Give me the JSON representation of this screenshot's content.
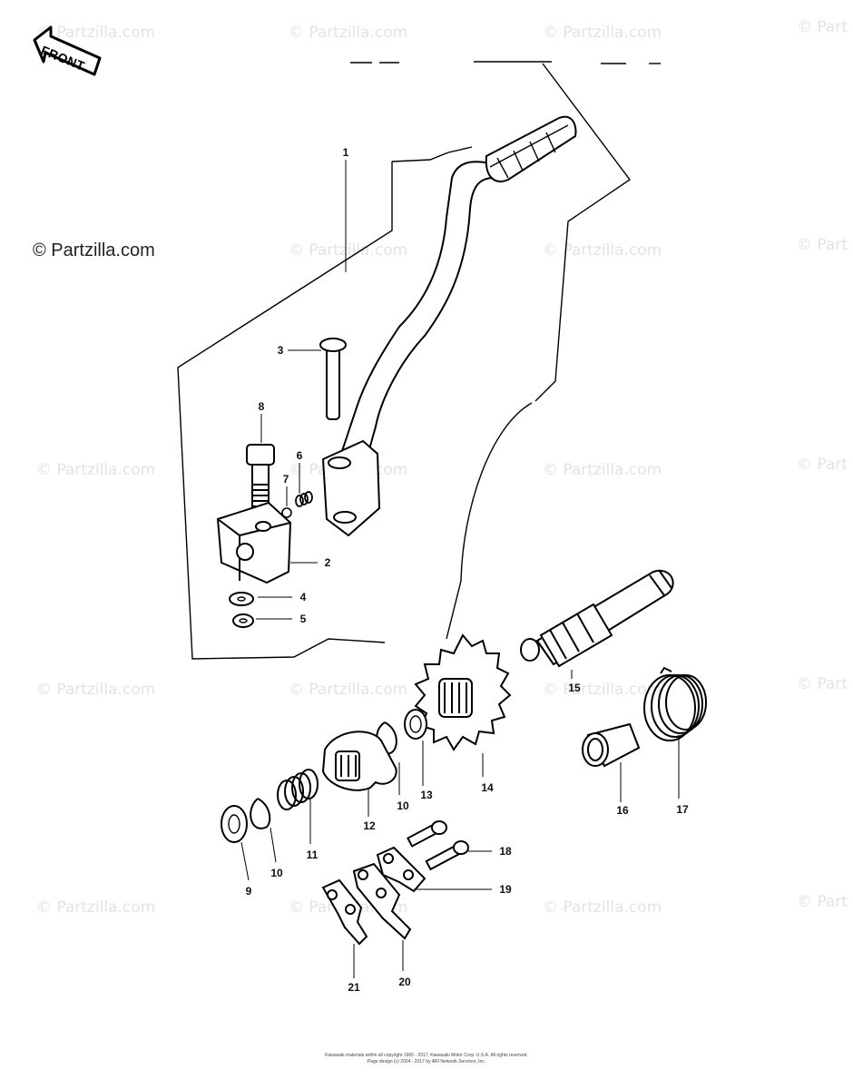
{
  "watermark": {
    "text": "© Partzilla.com",
    "edge_text": "© Part"
  },
  "front_arrow": {
    "label": "FRONT"
  },
  "callouts": {
    "c1": "1",
    "c2": "2",
    "c3": "3",
    "c4": "4",
    "c5": "5",
    "c6": "6",
    "c7": "7",
    "c8": "8",
    "c9": "9",
    "c10a": "10",
    "c10b": "10",
    "c11": "11",
    "c12": "12",
    "c13": "13",
    "c14": "14",
    "c15": "15",
    "c16": "16",
    "c17": "17",
    "c18": "18",
    "c19": "19",
    "c20": "20",
    "c21": "21"
  },
  "footer": {
    "line1": "Kawasaki materials within all copyright 1965 - 2017, Kawasaki Motor Corp. U.S.A. All rights reserved.",
    "line2": "Page design (c) 2004 - 2017 by ARI Network Services, Inc."
  }
}
